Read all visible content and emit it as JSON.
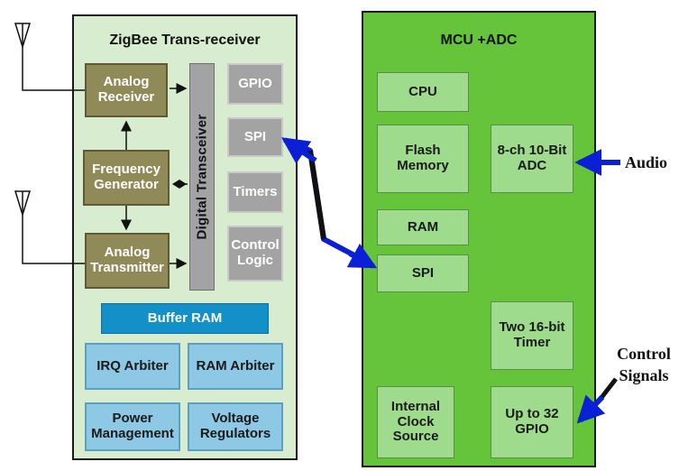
{
  "zigbee": {
    "title": "ZigBee Trans-receiver",
    "analog_receiver": "Analog Receiver",
    "frequency_generator": "Frequency Generator",
    "analog_transmitter": "Analog Transmitter",
    "digital_transceiver": "Digital Transceiver",
    "gpio": "GPIO",
    "spi": "SPI",
    "timers": "Timers",
    "control_logic": "Control Logic",
    "buffer_ram": "Buffer RAM",
    "irq_arbiter": "IRQ Arbiter",
    "ram_arbiter": "RAM Arbiter",
    "power_management": "Power Management",
    "voltage_regulators": "Voltage Regulators"
  },
  "mcu": {
    "title": "MCU +ADC",
    "cpu": "CPU",
    "flash_memory": "Flash Memory",
    "adc": "8-ch 10-Bit ADC",
    "ram": "RAM",
    "spi": "SPI",
    "timer": "Two 16-bit Timer",
    "clock": "Internal Clock Source",
    "gpio": "Up to 32 GPIO"
  },
  "inputs": {
    "audio": "Audio",
    "control_signals": "Control Signals"
  },
  "colors": {
    "zigbee_bg": "#d8ecd0",
    "mcu_bg": "#66c43a",
    "arrow_blue": "#0a1fd6",
    "buffer_blue": "#1490c8"
  }
}
